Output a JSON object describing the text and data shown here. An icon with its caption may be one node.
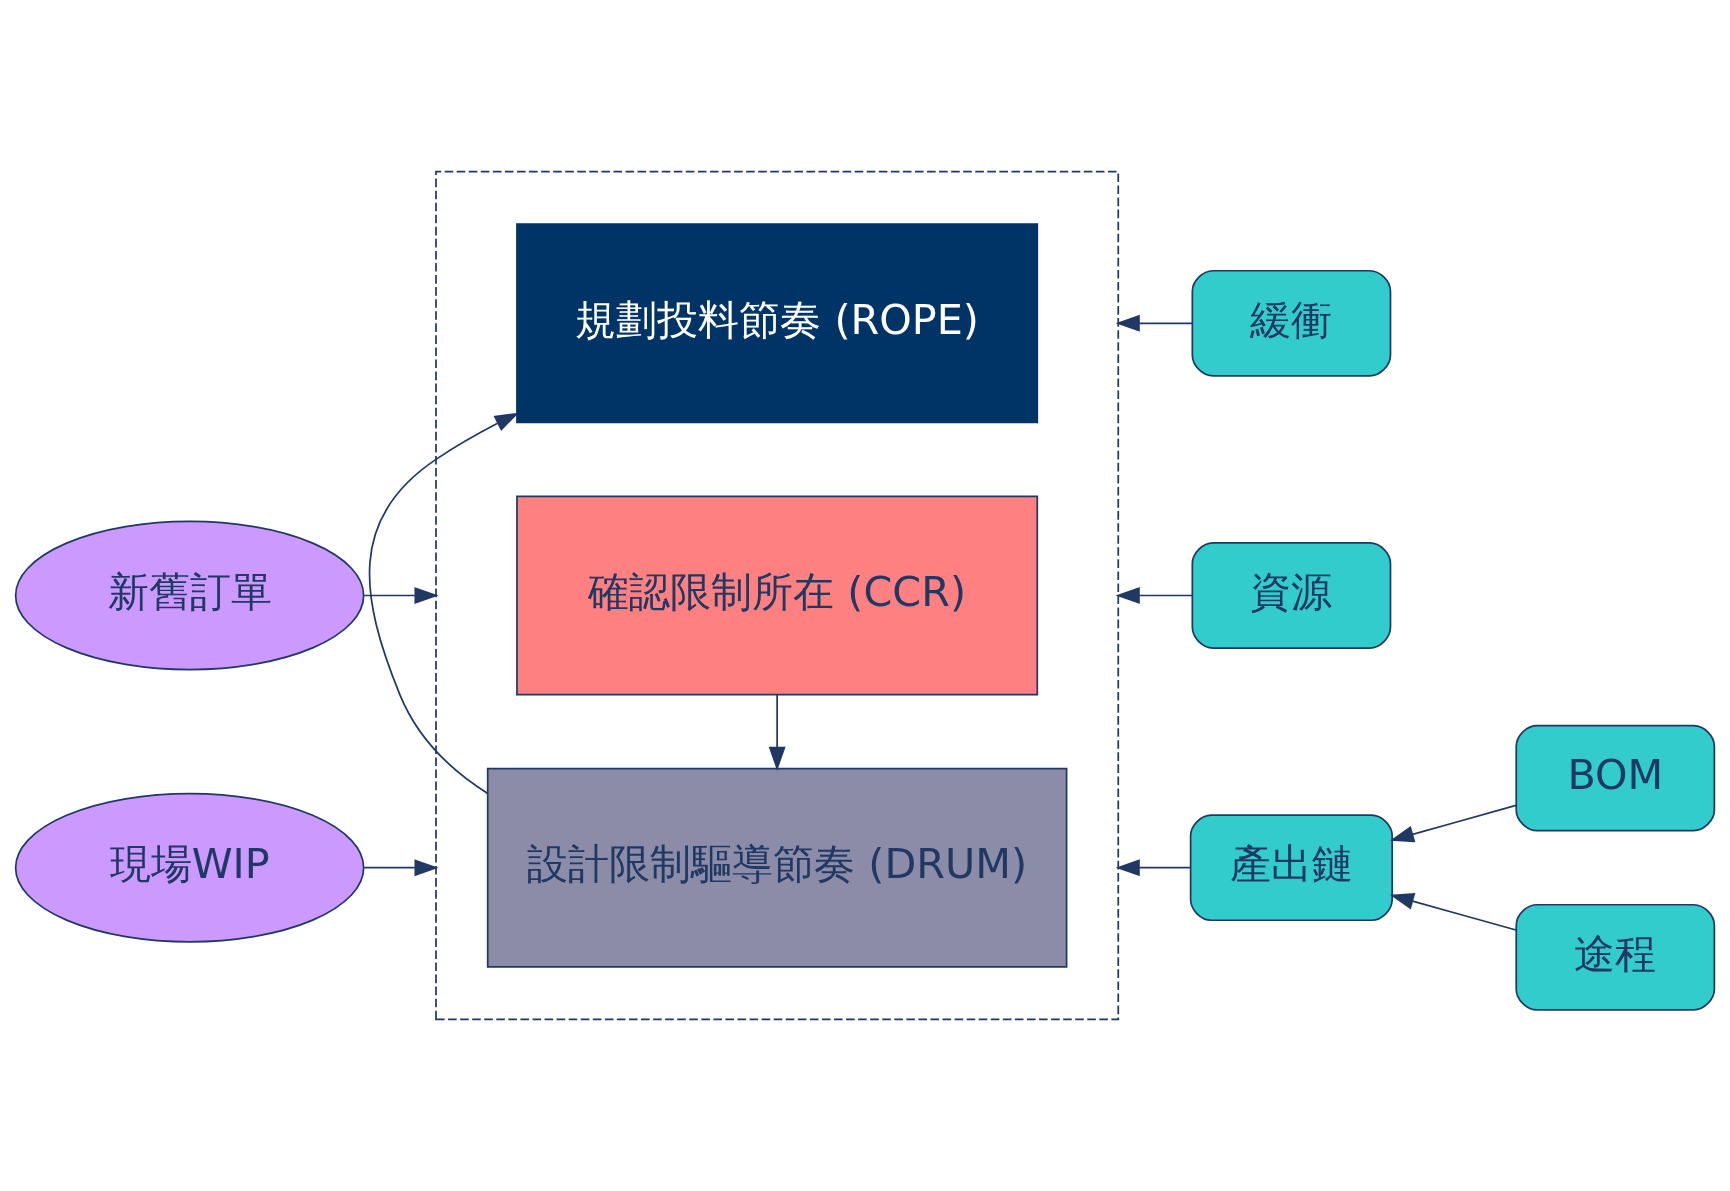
{
  "diagram": {
    "nodes": [
      {
        "text": [],
        "shape": "box"
      },
      {
        "text": [
          "確認限制所在 (CCR)"
        ],
        "in": 0
      },
      {
        "text": [
          "設計限制驅導節奏 (DRUM)"
        ],
        "in": 0
      },
      {
        "text": [
          "規劃投料節奏 (ROPE)"
        ],
        "in": 0
      },
      {
        "text": [
          "新舊訂單"
        ]
      },
      {
        "text": [
          "現場WIP"
        ]
      },
      {
        "text": [
          "資源"
        ]
      },
      {
        "text": [
          "產出鏈"
        ]
      },
      {
        "text": [
          "BOM"
        ]
      },
      {
        "text": [
          "途程"
        ]
      },
      {
        "text": [
          "緩衝"
        ]
      }
    ],
    "edges": [
      {
        "from": 1,
        "to": 2,
        "arrow": "to"
      },
      {
        "from": 2,
        "to": 3,
        "arrow": "to"
      },
      {
        "from": 4,
        "to": 0,
        "arrow": "to"
      },
      {
        "from": 5,
        "to": 0,
        "arrow": "to"
      },
      {
        "from": 6,
        "to": 0,
        "arrow": "to"
      },
      {
        "from": 7,
        "to": 0,
        "arrow": "to"
      },
      {
        "from": 10,
        "to": 0,
        "arrow": "to"
      },
      {
        "from": 8,
        "to": 7,
        "arrow": "to"
      },
      {
        "from": 9,
        "to": 7,
        "arrow": "to"
      }
    ]
  }
}
